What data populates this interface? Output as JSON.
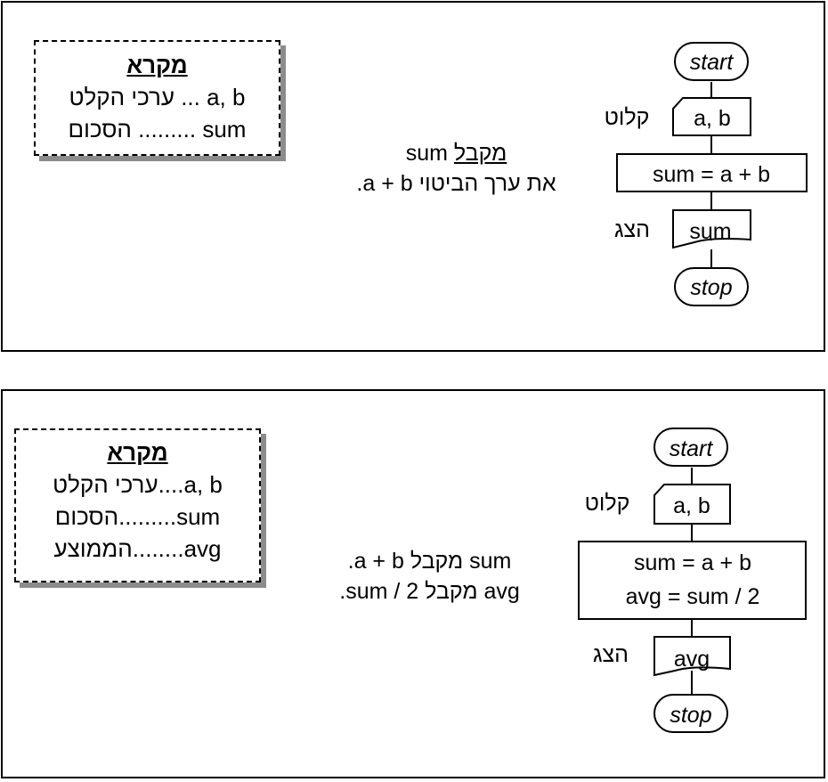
{
  "example1": {
    "legend": {
      "title": "מקרא",
      "rows": [
        "a, b ... ערכי הקלט",
        "sum ......... הסכום"
      ]
    },
    "description": {
      "var": "sum",
      "verb": "מקבל",
      "line2": "את ערך הביטוי a + b."
    },
    "flowchart": {
      "start": "start",
      "input_label": "קלוט",
      "input": "a, b",
      "process": [
        "sum = a + b"
      ],
      "output_label": "הצג",
      "output": "sum",
      "stop": "stop"
    }
  },
  "example2": {
    "legend": {
      "title": "מקרא",
      "rows": [
        "a, b....ערכי הקלט",
        "sum.........הסכום",
        "avg........הממוצע"
      ]
    },
    "description": {
      "line1": "sum מקבל a + b.",
      "line2": "avg מקבל sum / 2."
    },
    "flowchart": {
      "start": "start",
      "input_label": "קלוט",
      "input": "a, b",
      "process": [
        "sum = a + b",
        "avg = sum / 2"
      ],
      "output_label": "הצג",
      "output": "avg",
      "stop": "stop"
    }
  }
}
